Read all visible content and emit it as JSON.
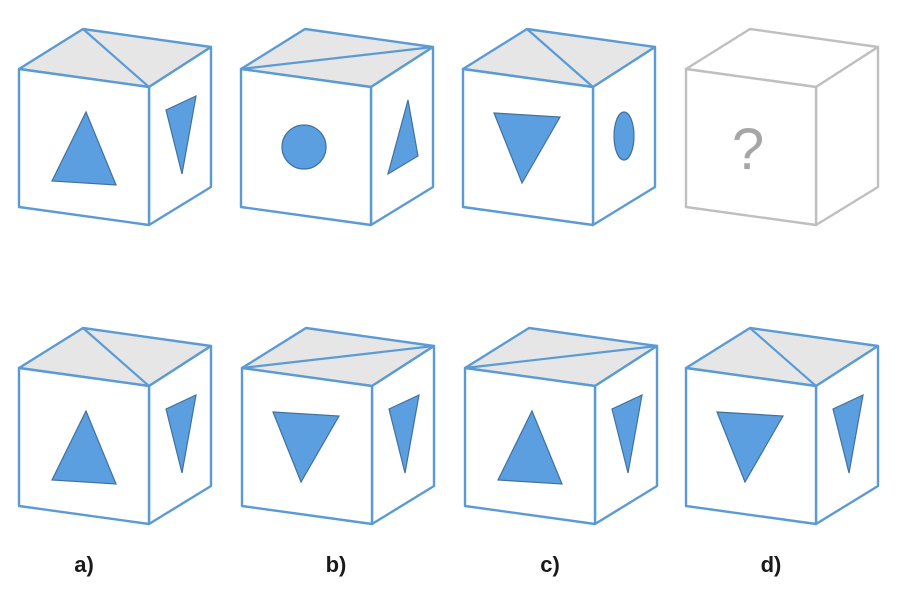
{
  "colors": {
    "edge": "#5b9bd5",
    "top_fill": "#e6e6e6",
    "face_fill": "#ffffff",
    "shape_fill": "#5b9fe0",
    "shape_stroke": "#41719c",
    "unknown_edge": "#bfbfbf",
    "question_mark": "#a6a6a6"
  },
  "question_row": [
    {
      "id": "cube-1",
      "top_divider": "apex",
      "front_shape": "triangle-up",
      "side_shape": "triangle-down"
    },
    {
      "id": "cube-2",
      "top_divider": "diagonal",
      "front_shape": "circle",
      "side_shape": "triangle-up"
    },
    {
      "id": "cube-3",
      "top_divider": "apex",
      "front_shape": "triangle-down",
      "side_shape": "ellipse"
    },
    {
      "id": "cube-unknown",
      "question_mark": "?"
    }
  ],
  "answer_row": [
    {
      "label": "a)",
      "top_divider": "apex",
      "front_shape": "triangle-up",
      "side_shape": "triangle-down"
    },
    {
      "label": "b)",
      "top_divider": "diagonal",
      "front_shape": "triangle-down",
      "side_shape": "triangle-down"
    },
    {
      "label": "c)",
      "top_divider": "diagonal",
      "front_shape": "triangle-up",
      "side_shape": "triangle-down"
    },
    {
      "label": "d)",
      "top_divider": "apex",
      "front_shape": "triangle-down",
      "side_shape": "triangle-down"
    }
  ]
}
